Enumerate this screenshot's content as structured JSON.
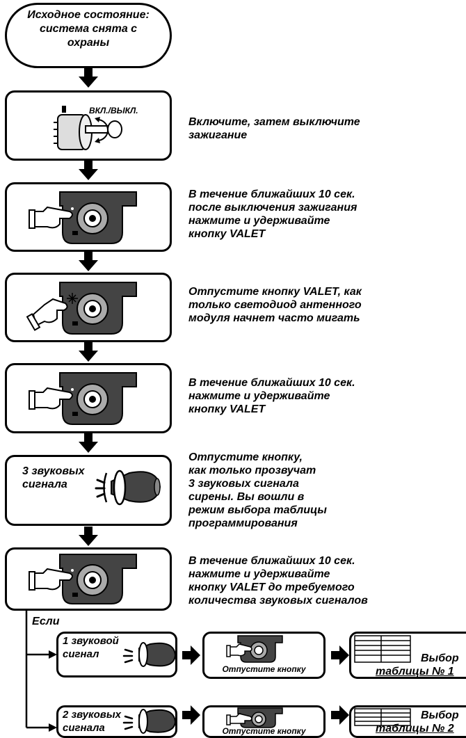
{
  "start": {
    "text": "Исходное состояние:\nсистема снята с\nохраны"
  },
  "ignition": {
    "key_label": "ВКЛ./ВЫКЛ."
  },
  "steps": [
    {
      "text": "Включите, затем выключите\nзажигание"
    },
    {
      "text": "В течение ближайших 10 сек.\nпосле выключения зажигания\nнажмите и удерживайте\nкнопку VALET"
    },
    {
      "text": "Отпустите кнопку VALET, как\nтолько светодиод антенного\nмодуля начнет часто мигать"
    },
    {
      "text": "В течение ближайших 10 сек.\nнажмите и удерживайте\nкнопку VALET"
    },
    {
      "text": "Отпустите кнопку,\nкак только прозвучат\n3 звуковых сигнала\nсирены. Вы вошли в\nрежим выбора таблицы\nпрограммирования"
    },
    {
      "text": "В течение ближайших 10 сек.\nнажмите и удерживайте\nкнопку VALET до требуемого\nколичества звуковых сигналов"
    }
  ],
  "siren_box_label": "3 звуковых\nсигнала",
  "if_label": "Если",
  "branches": [
    {
      "signal": "1 звуковой\nсигнал",
      "release": "Отпустите кнопку",
      "choose": "Выбор",
      "table": "таблицы № 1"
    },
    {
      "signal": "2 звуковых\nсигнала",
      "release": "Отпустите кнопку",
      "choose": "Выбор",
      "table": "таблицы № 2"
    }
  ]
}
